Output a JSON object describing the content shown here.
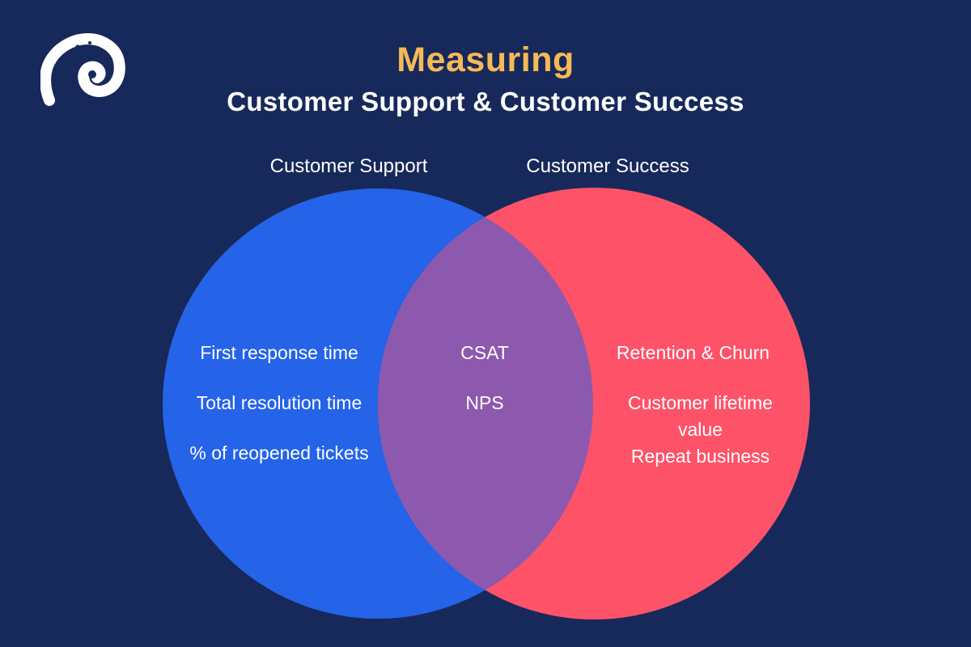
{
  "header": {
    "title": "Measuring",
    "subtitle": "Customer Support & Customer Success"
  },
  "colors": {
    "background": "#17295a",
    "title_accent": "#f6b958",
    "support_circle": "#2563e8",
    "success_circle": "#fd5268",
    "overlap": "#8d59ae",
    "text": "#ffffff",
    "logo": "#ffffff"
  },
  "venn": {
    "support": {
      "label": "Customer Support",
      "items": [
        "First response time",
        "Total resolution time",
        "% of reopened tickets"
      ]
    },
    "success": {
      "label": "Customer Success",
      "items": [
        "Retention & Churn",
        "Customer lifetime value",
        "Repeat business"
      ]
    },
    "shared": {
      "items": [
        "CSAT",
        "NPS"
      ]
    }
  }
}
